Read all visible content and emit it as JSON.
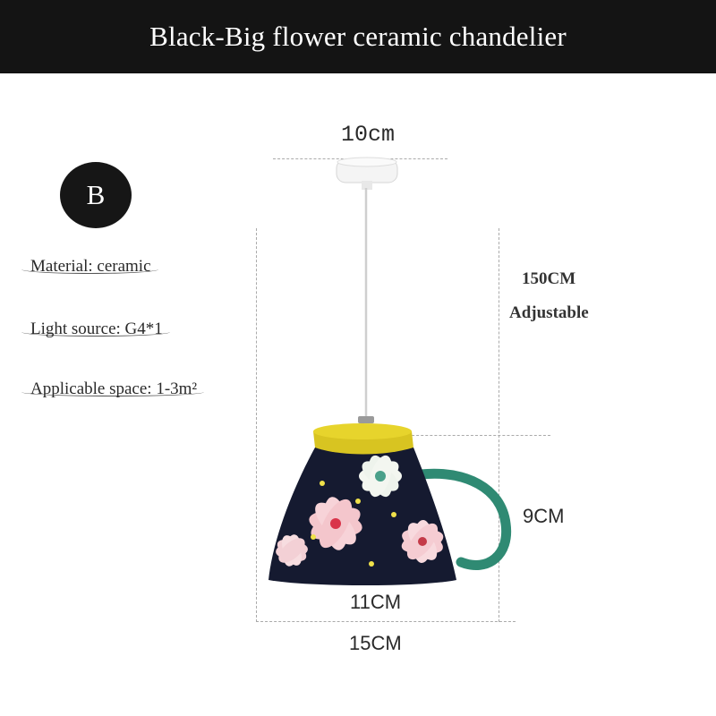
{
  "title": "Black-Big flower ceramic chandelier",
  "badge": "B",
  "specs": {
    "material": "Material: ceramic",
    "light_source": "Light source: G4*1",
    "space": "Applicable space: 1-3m²"
  },
  "dimensions": {
    "canopy_width": "10cm",
    "cable_length": "150CM",
    "cable_note": "Adjustable",
    "shade_height": "9CM",
    "shade_bottom": "11CM",
    "overall_width": "15CM"
  },
  "colors": {
    "header_bg": "#141414",
    "shade_body": "#151a30",
    "cap": "#e7d42c",
    "handle": "#2f8a73"
  }
}
